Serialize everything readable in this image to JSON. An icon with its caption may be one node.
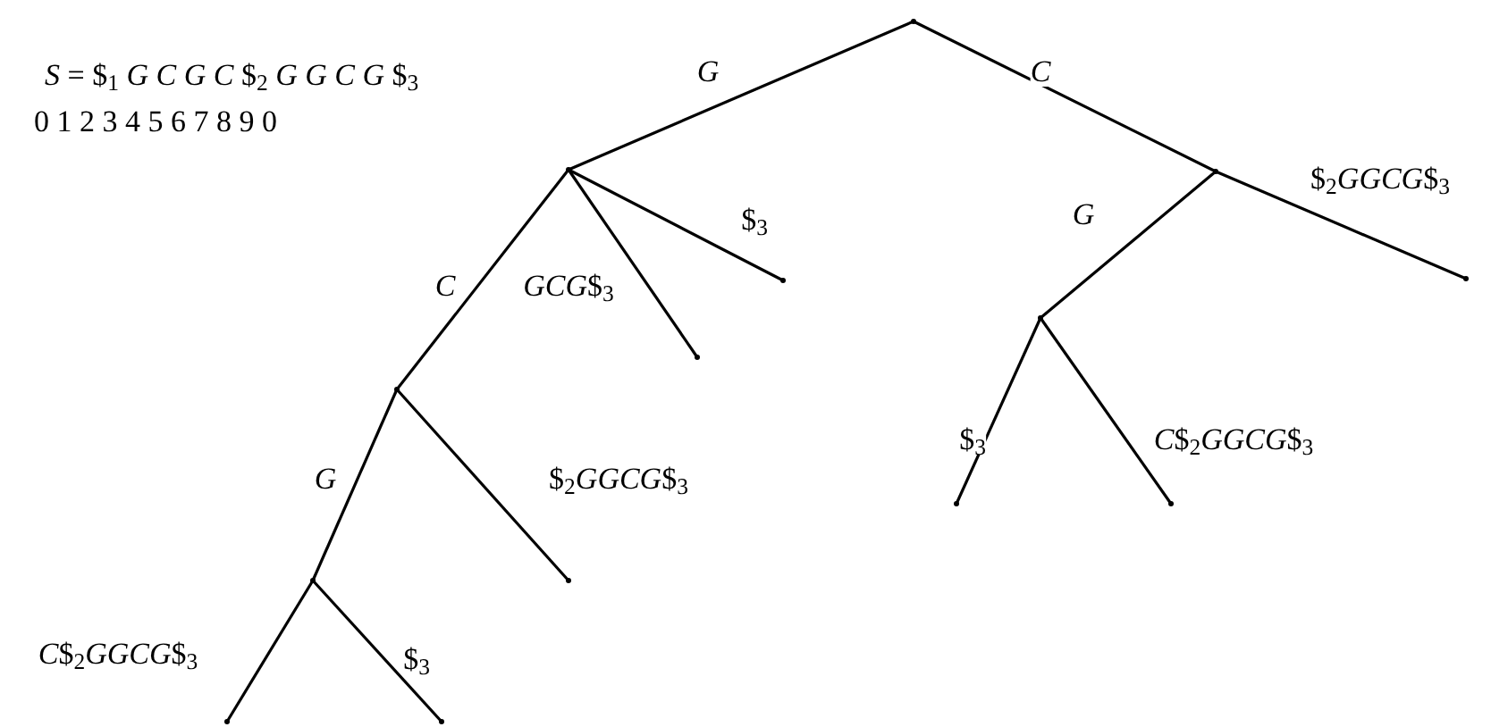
{
  "diagram": {
    "nodes": [
      {
        "text": [],
        "shape": "point"
      },
      {
        "text": [],
        "shape": "point"
      },
      {
        "text": [],
        "shape": "point"
      },
      {
        "text": [],
        "shape": "point"
      },
      {
        "text": [],
        "shape": "point"
      },
      {
        "text": [],
        "shape": "point"
      },
      {
        "text": [],
        "shape": "point"
      },
      {
        "text": [],
        "shape": "point"
      },
      {
        "text": [],
        "shape": "point"
      },
      {
        "text": [],
        "shape": "point"
      },
      {
        "text": [],
        "shape": "point"
      },
      {
        "text": [],
        "shape": "point"
      },
      {
        "text": [],
        "shape": "point"
      },
      {
        "text": [],
        "shape": "point"
      }
    ],
    "edges": [
      {
        "from": 0,
        "to": 1,
        "arrow": "none",
        "label": "*G*"
      },
      {
        "from": 0,
        "to": 2,
        "arrow": "none",
        "label": "*C*"
      },
      {
        "from": 1,
        "to": 3,
        "arrow": "none",
        "label": "$$_{3}$"
      },
      {
        "from": 1,
        "to": 4,
        "arrow": "none",
        "label": "*GCG*$$_{3}$"
      },
      {
        "from": 1,
        "to": 5,
        "arrow": "none",
        "label": "*C*"
      },
      {
        "from": 2,
        "to": 6,
        "arrow": "none",
        "label": "$$_{2}$*GGCG*$$_{3}$"
      },
      {
        "from": 2,
        "to": 7,
        "arrow": "none",
        "label": "*G*"
      },
      {
        "from": 7,
        "to": 8,
        "arrow": "none",
        "label": "$$_{3}$"
      },
      {
        "from": 7,
        "to": 9,
        "arrow": "none",
        "label": "*C*$$_{2}$*GGCG*$$_{3}$"
      },
      {
        "from": 5,
        "to": 10,
        "arrow": "none",
        "label": "*G*"
      },
      {
        "from": 5,
        "to": 11,
        "arrow": "none",
        "label": "$$_{2}$*GGCG*$$_{3}$"
      },
      {
        "from": 10,
        "to": 12,
        "arrow": "none",
        "label": "*C*$$_{2}$*GGCG*$$_{3}$"
      },
      {
        "from": 10,
        "to": 13,
        "arrow": "none",
        "label": "$$_{3}$"
      }
    ],
    "labels": [
      "*S* = $$_{1}$ *G C G C* $$_{2}$ *G G C G* $$_{3}$",
      "0 1 2 3 4 5 6 7 8 9 0"
    ]
  }
}
